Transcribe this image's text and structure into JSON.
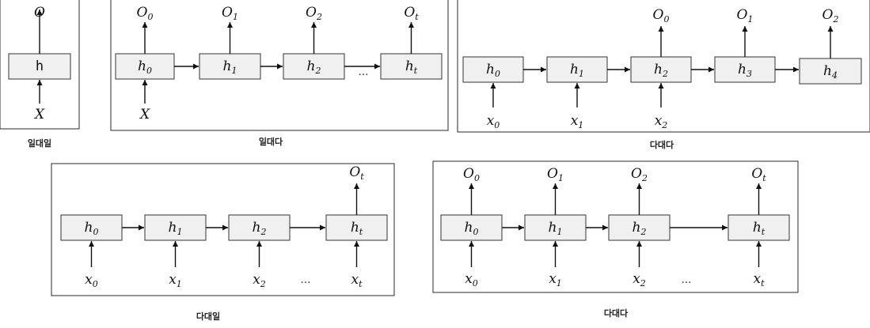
{
  "panels": [
    {
      "id": "one-to-one",
      "caption": "일대일",
      "cells": [
        {
          "base": "h",
          "sub": "",
          "plain": true
        }
      ],
      "outputs": [
        {
          "cell": 0,
          "base": "O",
          "sub": ""
        }
      ],
      "inputs": [
        {
          "cell": 0,
          "base": "X",
          "sub": ""
        }
      ],
      "output_ellipsis": false,
      "input_ellipsis": false
    },
    {
      "id": "one-to-many",
      "caption": "일대다",
      "cells": [
        {
          "base": "h",
          "sub": "0"
        },
        {
          "base": "h",
          "sub": "1"
        },
        {
          "base": "h",
          "sub": "2"
        },
        {
          "base": "h",
          "sub": "t"
        }
      ],
      "cell_ellipsis": "…",
      "outputs": [
        {
          "cell": 0,
          "base": "O",
          "sub": "0"
        },
        {
          "cell": 1,
          "base": "O",
          "sub": "1"
        },
        {
          "cell": 2,
          "base": "O",
          "sub": "2"
        },
        {
          "cell": 3,
          "base": "O",
          "sub": "t"
        }
      ],
      "inputs": [
        {
          "cell": 0,
          "base": "X",
          "sub": ""
        }
      ]
    },
    {
      "id": "many-to-many-delayed",
      "caption": "다대다",
      "cells": [
        {
          "base": "h",
          "sub": "0"
        },
        {
          "base": "h",
          "sub": "1"
        },
        {
          "base": "h",
          "sub": "2"
        },
        {
          "base": "h",
          "sub": "3"
        },
        {
          "base": "h",
          "sub": "4"
        }
      ],
      "outputs": [
        {
          "cell": 2,
          "base": "O",
          "sub": "0"
        },
        {
          "cell": 3,
          "base": "O",
          "sub": "1"
        },
        {
          "cell": 4,
          "base": "O",
          "sub": "2"
        }
      ],
      "inputs": [
        {
          "cell": 0,
          "base": "x",
          "sub": "0"
        },
        {
          "cell": 1,
          "base": "x",
          "sub": "1"
        },
        {
          "cell": 2,
          "base": "x",
          "sub": "2"
        }
      ]
    },
    {
      "id": "many-to-one",
      "caption": "다대일",
      "cells": [
        {
          "base": "h",
          "sub": "0"
        },
        {
          "base": "h",
          "sub": "1"
        },
        {
          "base": "h",
          "sub": "2"
        },
        {
          "base": "h",
          "sub": "t"
        }
      ],
      "outputs": [
        {
          "cell": 3,
          "base": "O",
          "sub": "t"
        }
      ],
      "inputs": [
        {
          "cell": 0,
          "base": "x",
          "sub": "0"
        },
        {
          "cell": 1,
          "base": "x",
          "sub": "1"
        },
        {
          "cell": 2,
          "base": "x",
          "sub": "2"
        },
        {
          "cell": 3,
          "base": "x",
          "sub": "t"
        }
      ],
      "input_ellipsis": "…"
    },
    {
      "id": "many-to-many-synced",
      "caption": "다대다",
      "cells": [
        {
          "base": "h",
          "sub": "0"
        },
        {
          "base": "h",
          "sub": "1"
        },
        {
          "base": "h",
          "sub": "2"
        },
        {
          "base": "h",
          "sub": "t"
        }
      ],
      "outputs": [
        {
          "cell": 0,
          "base": "O",
          "sub": "0"
        },
        {
          "cell": 1,
          "base": "O",
          "sub": "1"
        },
        {
          "cell": 2,
          "base": "O",
          "sub": "2"
        },
        {
          "cell": 3,
          "base": "O",
          "sub": "t"
        }
      ],
      "inputs": [
        {
          "cell": 0,
          "base": "x",
          "sub": "0"
        },
        {
          "cell": 1,
          "base": "x",
          "sub": "1"
        },
        {
          "cell": 2,
          "base": "x",
          "sub": "2"
        },
        {
          "cell": 3,
          "base": "x",
          "sub": "t"
        }
      ],
      "input_ellipsis": "…"
    }
  ]
}
